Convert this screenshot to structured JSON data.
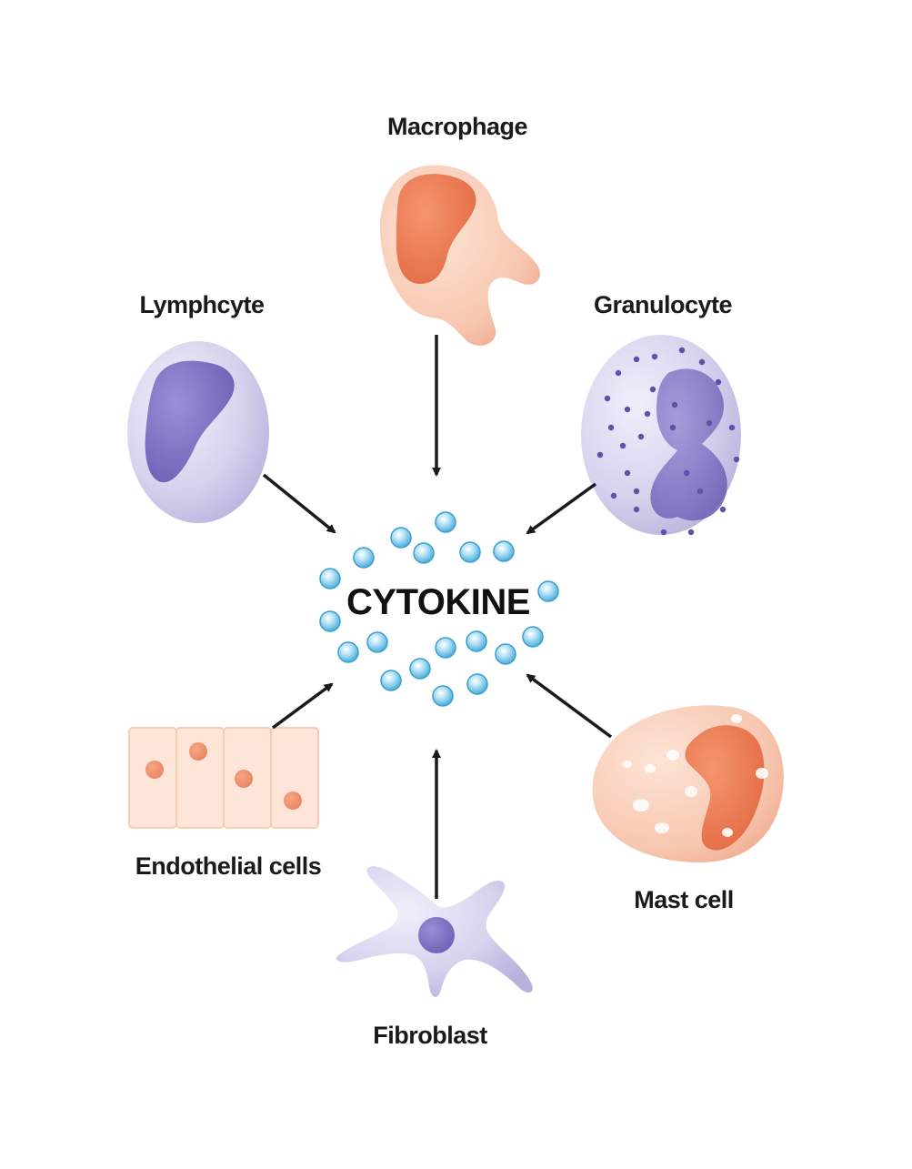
{
  "diagram": {
    "center": {
      "label": "CYTOKINE"
    },
    "cells": [
      {
        "id": "macrophage",
        "label": "Macrophage"
      },
      {
        "id": "lymphocyte",
        "label": "Lymphcyte"
      },
      {
        "id": "granulocyte",
        "label": "Granulocyte"
      },
      {
        "id": "endothelial",
        "label": "Endothelial cells"
      },
      {
        "id": "mast",
        "label": "Mast cell"
      },
      {
        "id": "fibroblast",
        "label": "Fibroblast"
      }
    ],
    "colors": {
      "purple_cell": "#d8d3ee",
      "purple_nucleus": "#7a6bc0",
      "orange_cell": "#f7c7b0",
      "orange_nucleus": "#ea7b55",
      "cytokine": "#58b8e2",
      "arrow": "#1a1a1a"
    }
  }
}
